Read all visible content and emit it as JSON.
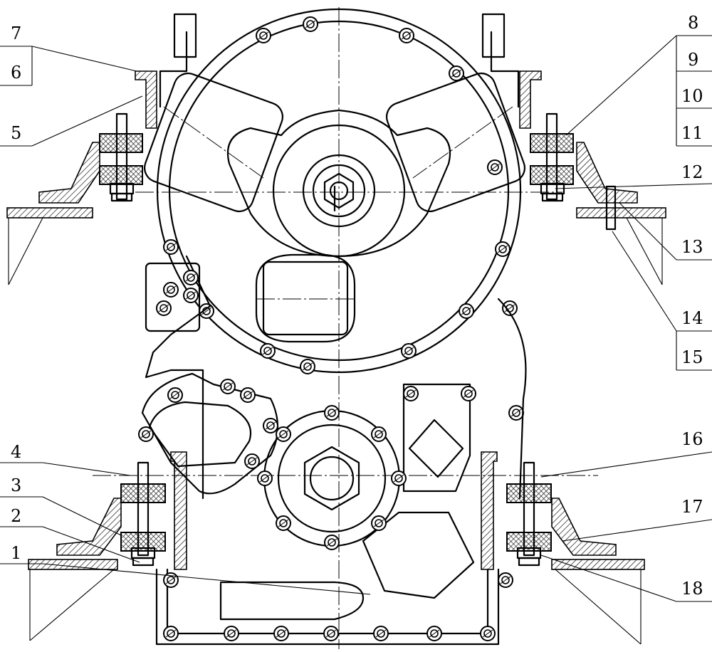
{
  "diagram": {
    "description_free": true,
    "part_labels": [
      "1",
      "2",
      "3",
      "4",
      "5",
      "6",
      "7",
      "8",
      "9",
      "10",
      "11",
      "12",
      "13",
      "14",
      "15",
      "16",
      "17",
      "18"
    ]
  }
}
